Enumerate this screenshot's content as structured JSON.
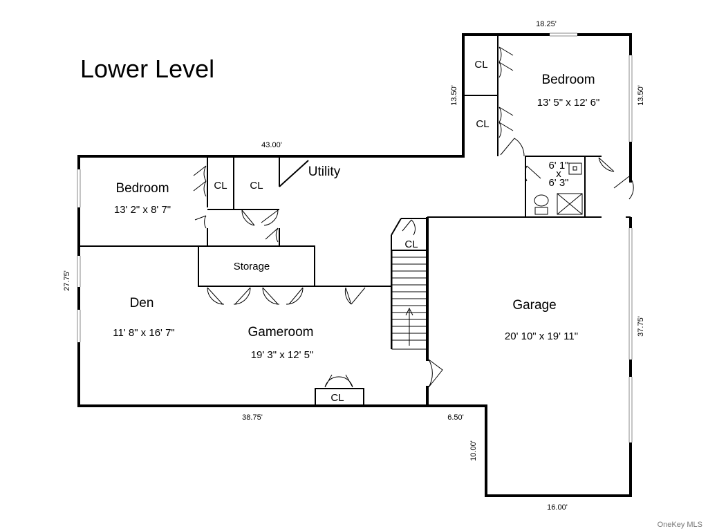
{
  "title": "Lower Level",
  "rooms": {
    "bedroom_upper": {
      "name": "Bedroom",
      "dims": "13' 5\" x 12' 6\""
    },
    "bedroom_left": {
      "name": "Bedroom",
      "dims": "13' 2\" x 8' 7\""
    },
    "den": {
      "name": "Den",
      "dims": "11' 8\" x 16' 7\""
    },
    "gameroom": {
      "name": "Gameroom",
      "dims": "19' 3\" x 12' 5\""
    },
    "garage": {
      "name": "Garage",
      "dims": "20' 10\" x 19' 11\""
    },
    "storage": {
      "name": "Storage"
    },
    "utility": {
      "name": "Utility"
    },
    "bath": {
      "line1": "6' 1\"",
      "x": "x",
      "line2": "6' 3\""
    }
  },
  "closets": {
    "cl1": "CL",
    "cl2": "CL",
    "cl3": "CL",
    "cl4": "CL",
    "cl5": "CL",
    "cl6": "CL"
  },
  "measurements": {
    "top_right": "18.25'",
    "right_upper": "13.50'",
    "left_upper": "13.50'",
    "top_main": "43.00'",
    "left_main": "27.75'",
    "right_garage": "37.75'",
    "bottom_main": "38.75'",
    "bottom_step": "6.50'",
    "step_height": "10.00'",
    "bottom_garage": "16.00'"
  },
  "watermark": "OneKey MLS"
}
